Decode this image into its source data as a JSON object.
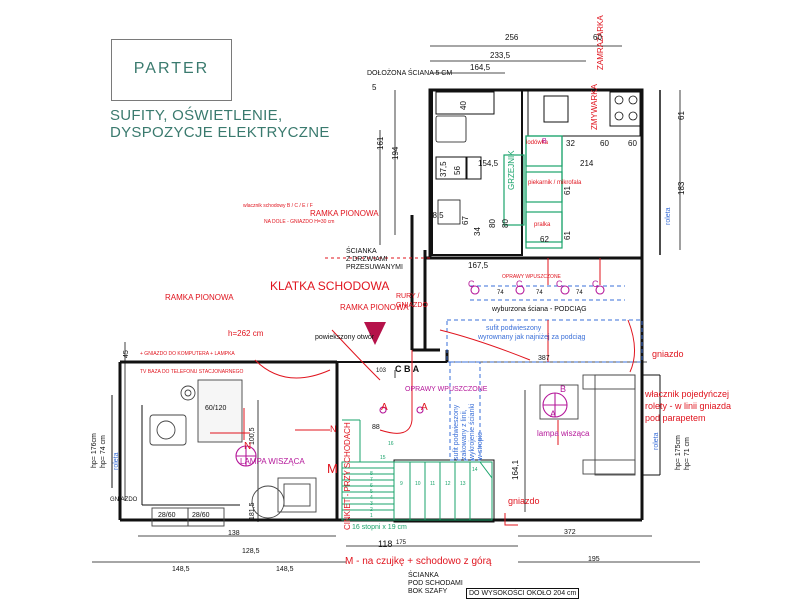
{
  "header": {
    "title": "PARTER",
    "subtitle_line1": "SUFITY, OŚWIETLENIE,",
    "subtitle_line2": "DYSPOZYCJE ELEKTRYCZNE"
  },
  "colors": {
    "wall": "#111111",
    "red": "#e0141e",
    "blue": "#3a6fd8",
    "green": "#1aa36b",
    "magenta": "#b5189a",
    "teal_title": "#3a7a6e",
    "dim": "#1a1a1a"
  },
  "labels": {
    "klatka": "KLATKA SCHODOWA",
    "ramka1": "RAMKA PIONOWA",
    "ramka2": "RAMKA PIONOWA",
    "ramka3": "RAMKA PIONOWA",
    "sciana5": "DOŁOŻONA ŚCIANA 5 CM",
    "scianka_drzwi1": "ŚCIANKA",
    "scianka_drzwi2": "Z DRZWIAMI",
    "scianka_drzwi3": "PRZESUWANYMI",
    "rury1": "RURY /",
    "rury2": "GNIAZDO",
    "h262": "h=262 cm",
    "powiekszony": "powiekszony otwór",
    "gniazdo_komp": "+ GNIAZDO DO KOMPUTERA + LAMPKA",
    "tv_baza": "TV BAZA DO TELEFONU STACJONARNEGO",
    "wlacznik_schod": "wlacznik schodowy B / C / E / F",
    "nadole_gn": "NA DOLE - GNIAZDO H=30 cm",
    "oprawy_wp1": "OPRAWY WPUSZCZONE",
    "oprawy_wp2": "OPRAWY WPUSZCZONE",
    "wyburzona": "wyburzona ściana - PODCIĄG",
    "sufit_podw": "sufit podwieszony",
    "wyrownany1": "wyrownany jak najniżej za podciąg",
    "sufit_stair1": "sufit podwieszony",
    "sufit_stair2": "zakowany z linii,",
    "sufit_stair3": "wykrojenie ścianki",
    "sufit_stair4": "w stropie",
    "lampa_left": "LAMPA WISZĄCA",
    "lampa_right": "lampa wisząca",
    "gniazdo_r1": "gniazdo",
    "gniazdo_r2": "gniazdo",
    "gniazdo_l": "GNIAZDO",
    "wlacznik_r1": "włacznik pojedyńczej",
    "wlacznik_r2": "rolety - w linii gniazda",
    "wlacznik_r3": "pod parapetem",
    "cokol": "CINKIET - PRZY SCHODACH",
    "m_czujka": "M - na czujkę + schodowo z górą",
    "scianka_pod1": "ŚCIANKA",
    "scianka_pod2": "POD SCHODAMI",
    "scianka_pod3": "BOK SZAFY",
    "do_wysokosci": "DO WYSOKOŚCI OKOŁO 204 cm",
    "stopni": "16 stopni x 19 cm",
    "zmywarka": "ZMYWARKA",
    "zamrarka": "ZAMRAŻARKA",
    "grzejnik": "GRZEJNIK",
    "lodowka": "lodówka",
    "piekarnik": "piekarnik / mikrofala",
    "pralka": "pralka",
    "roleta_l": "roleta",
    "roleta_r": "roleta",
    "roleta_top": "roleta",
    "hp_left1": "hp= 176cm",
    "hp_left2": "hp= 74 cm",
    "hp_right1": "hp= 175cm",
    "hp_right2": "hp= 71 cm",
    "desk": "60/120",
    "box1": "28/60",
    "box2": "28/60",
    "M": "M",
    "N1": "N",
    "N2": "N",
    "A1": "A",
    "A2": "A",
    "A3": "A",
    "B1": "B",
    "B2": "B",
    "C1": "C",
    "C2": "C",
    "C3": "C",
    "C4": "C",
    "CBA": "C B A"
  },
  "dims": {
    "d256": "256",
    "d60": "60",
    "d233": "233,5",
    "d164": "164,5",
    "d5": "5",
    "d40": "40",
    "d161a": "161",
    "d194": "194",
    "d154": "154,5",
    "d375": "37,5",
    "d56": "56",
    "d185": "18,5",
    "d67": "67",
    "d34": "34",
    "d80a": "80",
    "d80b": "80",
    "d1675": "167,5",
    "d32": "32",
    "d60b": "60",
    "d60c": "60",
    "d214": "214",
    "d61a": "61",
    "d61b": "61",
    "d61c": "61",
    "d183": "183",
    "d62": "62",
    "d74a": "74",
    "d74b": "74",
    "d74c": "74",
    "d387": "387",
    "d1641": "164,1",
    "d372": "372",
    "d195": "195",
    "d118": "118",
    "d175": "175",
    "d88": "88",
    "d103": "103",
    "d138": "138",
    "d1485a": "148,5",
    "d1485b": "148,5",
    "d45": "45",
    "d1005": "100,5",
    "d1815": "181,5",
    "d1285": "128,5"
  },
  "stair_numbers": [
    "1",
    "2",
    "3",
    "4",
    "5",
    "6",
    "7",
    "8",
    "9",
    "10",
    "11",
    "12",
    "13",
    "14",
    "15",
    "16"
  ]
}
